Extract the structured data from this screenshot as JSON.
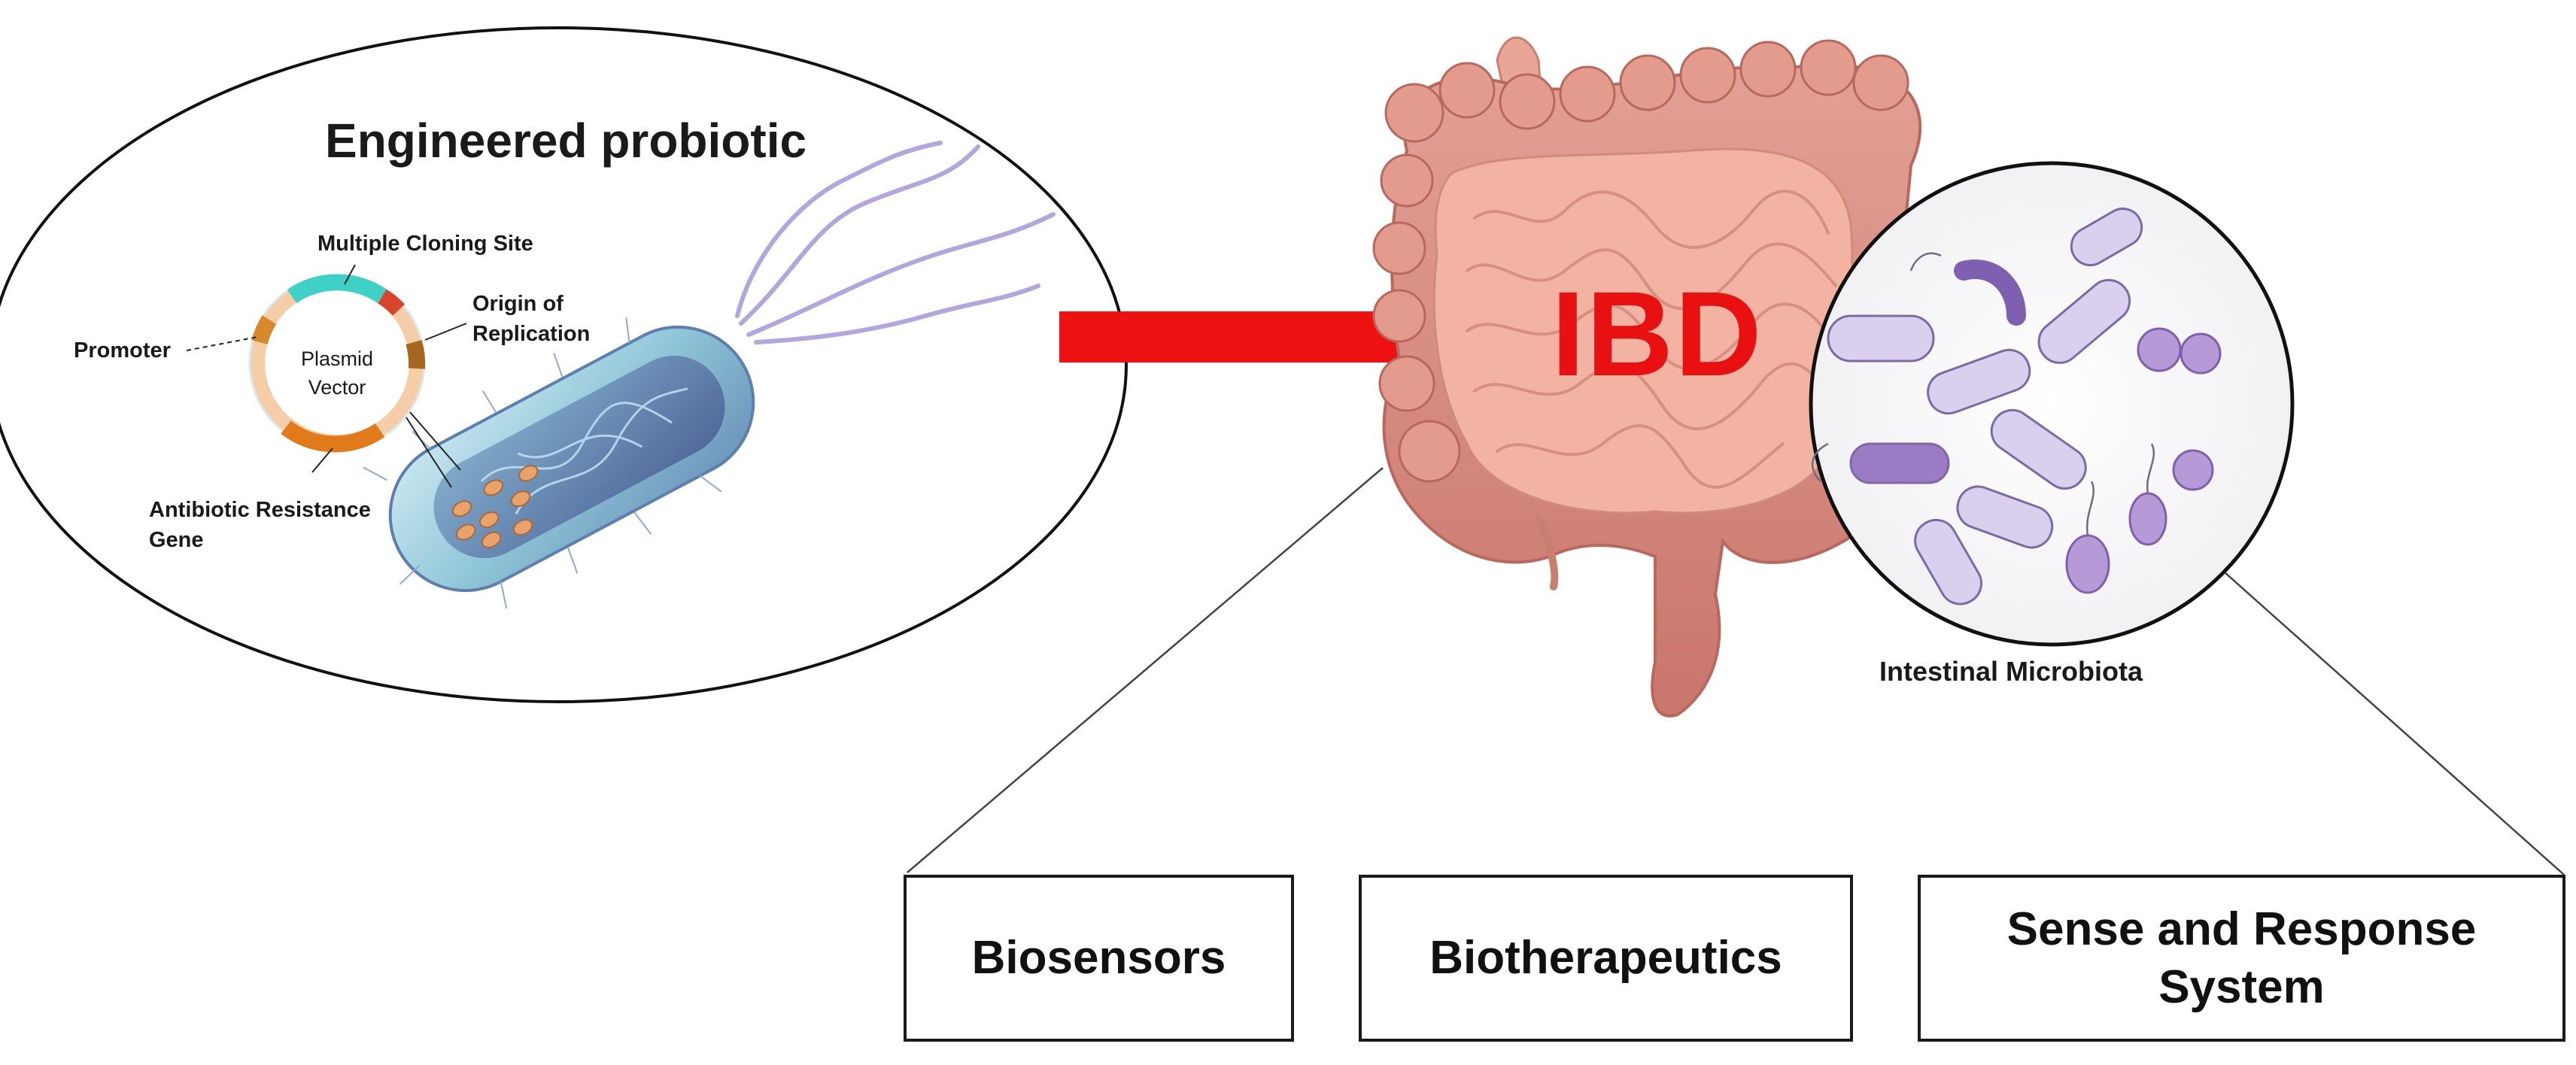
{
  "probiotic": {
    "title": "Engineered probiotic",
    "plasmid_labels": {
      "mcs": "Multiple Cloning Site",
      "origin_line1": "Origin of",
      "origin_line2": "Replication",
      "promoter": "Promoter",
      "center_line1": "Plasmid",
      "center_line2": "Vector",
      "resistance_line1": "Antibiotic Resistance",
      "resistance_line2": "Gene"
    }
  },
  "disease": {
    "label": "IBD"
  },
  "microbiota": {
    "caption": "Intestinal Microbiota"
  },
  "applications": [
    {
      "label": "Biosensors"
    },
    {
      "label": "Biotherapeutics"
    },
    {
      "label": "Sense and Response System"
    }
  ],
  "colors": {
    "arrow": "#ee1111",
    "ibd_text": "#e81010",
    "colon": "#d98880",
    "intestine": "#f2b3a3",
    "bacterium_body": "#8fc6d8",
    "flagella": "#b3a6e0",
    "microbe_purple": "#9b7cc4"
  }
}
